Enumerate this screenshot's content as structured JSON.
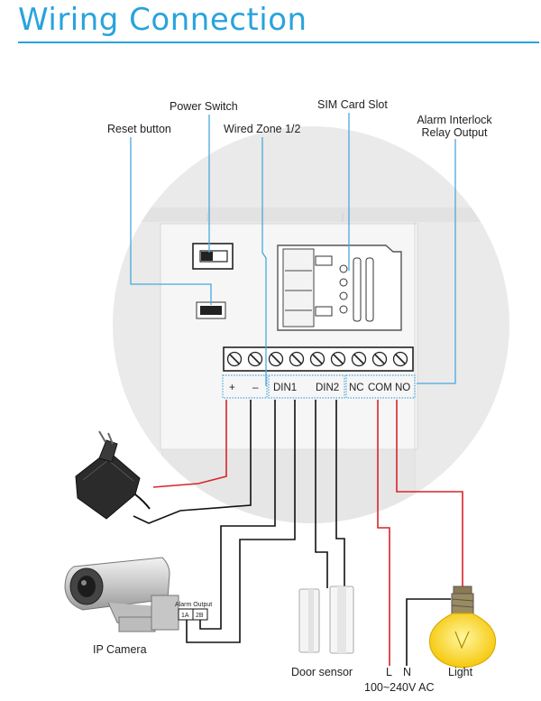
{
  "title": "Wiring Connection",
  "colors": {
    "accent": "#29a3dc",
    "callout_line": "#4aa8dc",
    "wire_red": "#d9232a",
    "wire_black": "#111111",
    "board_circle": "#e9e9e9"
  },
  "callouts": {
    "power_switch": "Power Switch",
    "sim_card_slot": "SIM Card Slot",
    "reset_button": "Reset button",
    "wired_zone": "Wired Zone 1/2",
    "relay_line1": "Alarm Interlock",
    "relay_line2": "Relay Output"
  },
  "terminals": {
    "plus": "+",
    "minus": "–",
    "din1": "DIN1",
    "din2": "DIN2",
    "nc": "NC",
    "com": "COM",
    "no": "NO"
  },
  "devices": {
    "camera_alarm_output": "Alarm Output",
    "camera_1a": "1A",
    "camera_2b": "2B",
    "ip_camera": "IP Camera",
    "door_sensor": "Door sensor",
    "l": "L",
    "n": "N",
    "voltage": "100~240V AC",
    "light": "Light"
  },
  "icons": [
    "power-adapter-icon",
    "ip-camera-icon",
    "door-sensor-icon",
    "light-bulb-icon",
    "screw-terminal-icon",
    "sim-slot-icon"
  ]
}
